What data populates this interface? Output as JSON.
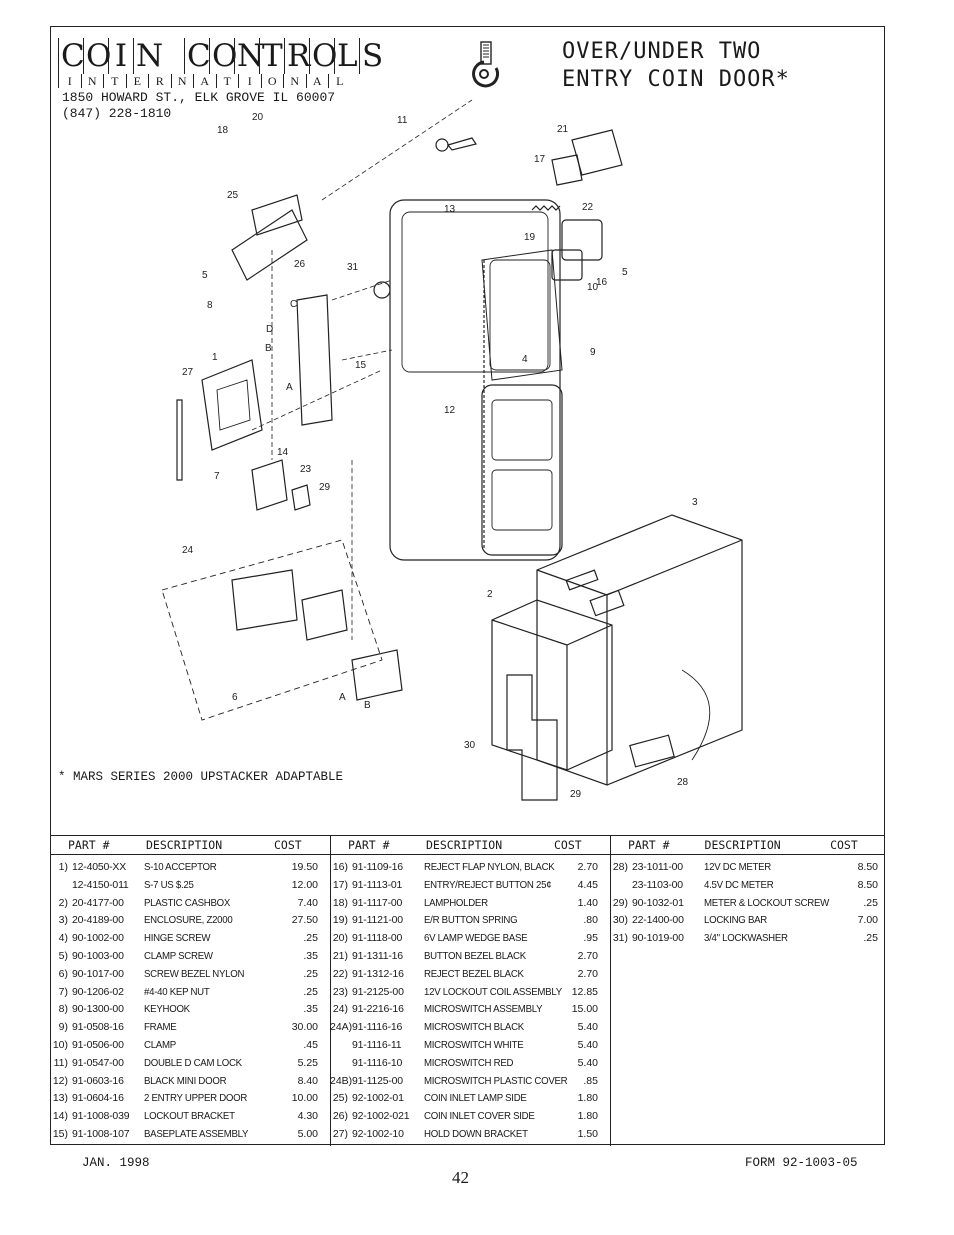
{
  "logo": {
    "big": [
      "C",
      "O",
      "I",
      "N",
      "",
      "C",
      "O",
      "N",
      "T",
      "R",
      "O",
      "L",
      "S"
    ],
    "small": [
      "I",
      "N",
      "T",
      "E",
      "R",
      "N",
      "A",
      "T",
      "I",
      "O",
      "N",
      "A",
      "L"
    ]
  },
  "title_line1": "OVER/UNDER TWO",
  "title_line2": "ENTRY COIN DOOR*",
  "address_line1": "1850 HOWARD ST., ELK GROVE IL 60007",
  "address_line2": "(847) 228-1810",
  "footnote": "* MARS SERIES 2000 UPSTACKER ADAPTABLE",
  "callouts": [
    "1",
    "2",
    "3",
    "4",
    "5",
    "6",
    "7",
    "8",
    "9",
    "10",
    "11",
    "12",
    "13",
    "14",
    "15",
    "16",
    "17",
    "18",
    "19",
    "20",
    "21",
    "22",
    "23",
    "24",
    "25",
    "26",
    "27",
    "28",
    "29",
    "30",
    "31",
    "A",
    "B",
    "C",
    "D"
  ],
  "table": {
    "header": {
      "part": "PART #",
      "desc": "DESCRIPTION",
      "cost": "COST"
    },
    "col1": [
      {
        "num": "1)",
        "part": "12-4050-XX",
        "desc": "S-10 ACCEPTOR",
        "cost": "19.50"
      },
      {
        "num": "",
        "part": "12-4150-011",
        "desc": "S-7 US $.25",
        "cost": "12.00"
      },
      {
        "num": "2)",
        "part": "20-4177-00",
        "desc": "PLASTIC CASHBOX",
        "cost": "7.40"
      },
      {
        "num": "3)",
        "part": "20-4189-00",
        "desc": "ENCLOSURE, Z2000",
        "cost": "27.50"
      },
      {
        "num": "4)",
        "part": "90-1002-00",
        "desc": "HINGE SCREW",
        "cost": ".25"
      },
      {
        "num": "5)",
        "part": "90-1003-00",
        "desc": "CLAMP SCREW",
        "cost": ".35"
      },
      {
        "num": "6)",
        "part": "90-1017-00",
        "desc": "SCREW BEZEL NYLON",
        "cost": ".25"
      },
      {
        "num": "7)",
        "part": "90-1206-02",
        "desc": "#4-40 KEP NUT",
        "cost": ".25"
      },
      {
        "num": "8)",
        "part": "90-1300-00",
        "desc": "KEYHOOK",
        "cost": ".35"
      },
      {
        "num": "9)",
        "part": "91-0508-16",
        "desc": "FRAME",
        "cost": "30.00"
      },
      {
        "num": "10)",
        "part": "91-0506-00",
        "desc": "CLAMP",
        "cost": ".45"
      },
      {
        "num": "11)",
        "part": "91-0547-00",
        "desc": "DOUBLE D CAM LOCK",
        "cost": "5.25"
      },
      {
        "num": "12)",
        "part": "91-0603-16",
        "desc": "BLACK MINI DOOR",
        "cost": "8.40"
      },
      {
        "num": "13)",
        "part": "91-0604-16",
        "desc": "2 ENTRY UPPER DOOR",
        "cost": "10.00"
      },
      {
        "num": "14)",
        "part": "91-1008-039",
        "desc": "LOCKOUT BRACKET",
        "cost": "4.30"
      },
      {
        "num": "15)",
        "part": "91-1008-107",
        "desc": "BASEPLATE ASSEMBLY",
        "cost": "5.00"
      }
    ],
    "col2": [
      {
        "num": "16)",
        "part": "91-1109-16",
        "desc": "REJECT FLAP NYLON, BLACK",
        "cost": "2.70"
      },
      {
        "num": "17)",
        "part": "91-1113-01",
        "desc": "ENTRY/REJECT BUTTON 25¢",
        "cost": "4.45"
      },
      {
        "num": "18)",
        "part": "91-1117-00",
        "desc": "LAMPHOLDER",
        "cost": "1.40"
      },
      {
        "num": "19)",
        "part": "91-1121-00",
        "desc": "E/R BUTTON SPRING",
        "cost": ".80"
      },
      {
        "num": "20)",
        "part": "91-1118-00",
        "desc": "6V LAMP WEDGE BASE",
        "cost": ".95"
      },
      {
        "num": "21)",
        "part": "91-1311-16",
        "desc": "BUTTON BEZEL BLACK",
        "cost": "2.70"
      },
      {
        "num": "22)",
        "part": "91-1312-16",
        "desc": "REJECT BEZEL BLACK",
        "cost": "2.70"
      },
      {
        "num": "23)",
        "part": "91-2125-00",
        "desc": "12V LOCKOUT COIL ASSEMBLY",
        "cost": "12.85"
      },
      {
        "num": "24)",
        "part": "91-2216-16",
        "desc": "MICROSWITCH ASSEMBLY",
        "cost": "15.00"
      },
      {
        "num": "24A)",
        "part": "91-1116-16",
        "desc": "MICROSWITCH BLACK",
        "cost": "5.40"
      },
      {
        "num": "",
        "part": "91-1116-11",
        "desc": "MICROSWITCH WHITE",
        "cost": "5.40"
      },
      {
        "num": "",
        "part": "91-1116-10",
        "desc": "MICROSWITCH RED",
        "cost": "5.40"
      },
      {
        "num": "24B)",
        "part": "91-1125-00",
        "desc": "MICROSWITCH PLASTIC COVER",
        "cost": ".85"
      },
      {
        "num": "25)",
        "part": "92-1002-01",
        "desc": "COIN INLET LAMP SIDE",
        "cost": "1.80"
      },
      {
        "num": "26)",
        "part": "92-1002-021",
        "desc": "COIN INLET COVER SIDE",
        "cost": "1.80"
      },
      {
        "num": "27)",
        "part": "92-1002-10",
        "desc": "HOLD DOWN BRACKET",
        "cost": "1.50"
      }
    ],
    "col3": [
      {
        "num": "28)",
        "part": "23-1011-00",
        "desc": "12V DC METER",
        "cost": "8.50"
      },
      {
        "num": "",
        "part": "23-1103-00",
        "desc": "4.5V DC METER",
        "cost": "8.50"
      },
      {
        "num": "29)",
        "part": "90-1032-01",
        "desc": "METER & LOCKOUT SCREW",
        "cost": ".25"
      },
      {
        "num": "30)",
        "part": "22-1400-00",
        "desc": "LOCKING BAR",
        "cost": "7.00"
      },
      {
        "num": "31)",
        "part": "90-1019-00",
        "desc": "3/4\" LOCKWASHER",
        "cost": ".25"
      }
    ]
  },
  "footer_date": "JAN. 1998",
  "footer_form": "FORM 92-1003-05",
  "page_number": "42"
}
